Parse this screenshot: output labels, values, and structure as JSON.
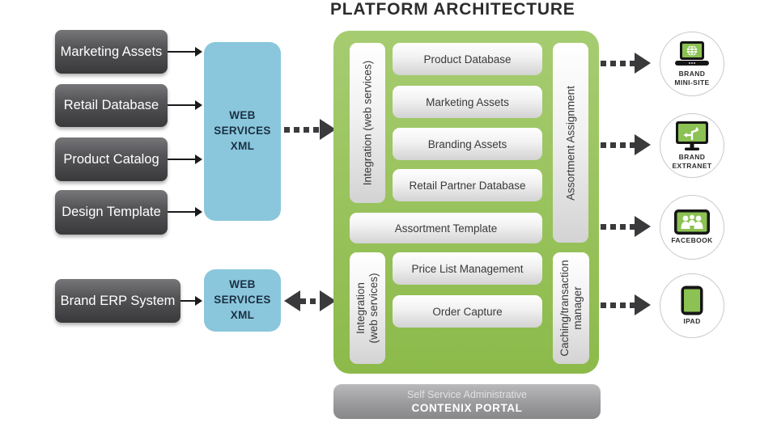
{
  "title": "PLATFORM ARCHITECTURE",
  "sources": {
    "items": [
      "Marketing Assets",
      "Retail Database",
      "Product Catalog",
      "Design Template"
    ],
    "erp": "Brand ERP System"
  },
  "ws": {
    "lines": [
      "WEB",
      "SERVICES",
      "XML"
    ]
  },
  "platform": {
    "integration_top": "Integration (web services)",
    "integration_bottom": [
      "Integration",
      "(web services)"
    ],
    "assortment_assignment": "Assortment Assignment",
    "caching": [
      "Caching/transaction",
      "manager"
    ],
    "modules": [
      "Product Database",
      "Marketing Assets",
      "Branding Assets",
      "Retail Partner Database"
    ],
    "assortment_template": "Assortment Template",
    "commerce": [
      "Price List Management",
      "Order Capture"
    ]
  },
  "portal": {
    "line1": "Self Service Administrative",
    "line2": "CONTENIX PORTAL"
  },
  "outputs": [
    {
      "icon": "laptop-globe-icon",
      "lines": [
        "BRAND",
        "MINI-SITE"
      ]
    },
    {
      "icon": "monitor-branch-icon",
      "lines": [
        "BRAND",
        "EXTRANET"
      ]
    },
    {
      "icon": "people-group-icon",
      "lines": [
        "FACEBOOK"
      ]
    },
    {
      "icon": "tablet-icon",
      "lines": [
        "IPAD"
      ]
    }
  ],
  "colors": {
    "panel_green": "#99c35d",
    "icon_green": "#8cc153",
    "web_services_blue": "#8ac7dc",
    "dark_box": "#4a4a4c",
    "portal_gray": "#9d9d9f",
    "arrow_dark": "#3a3a3c"
  }
}
